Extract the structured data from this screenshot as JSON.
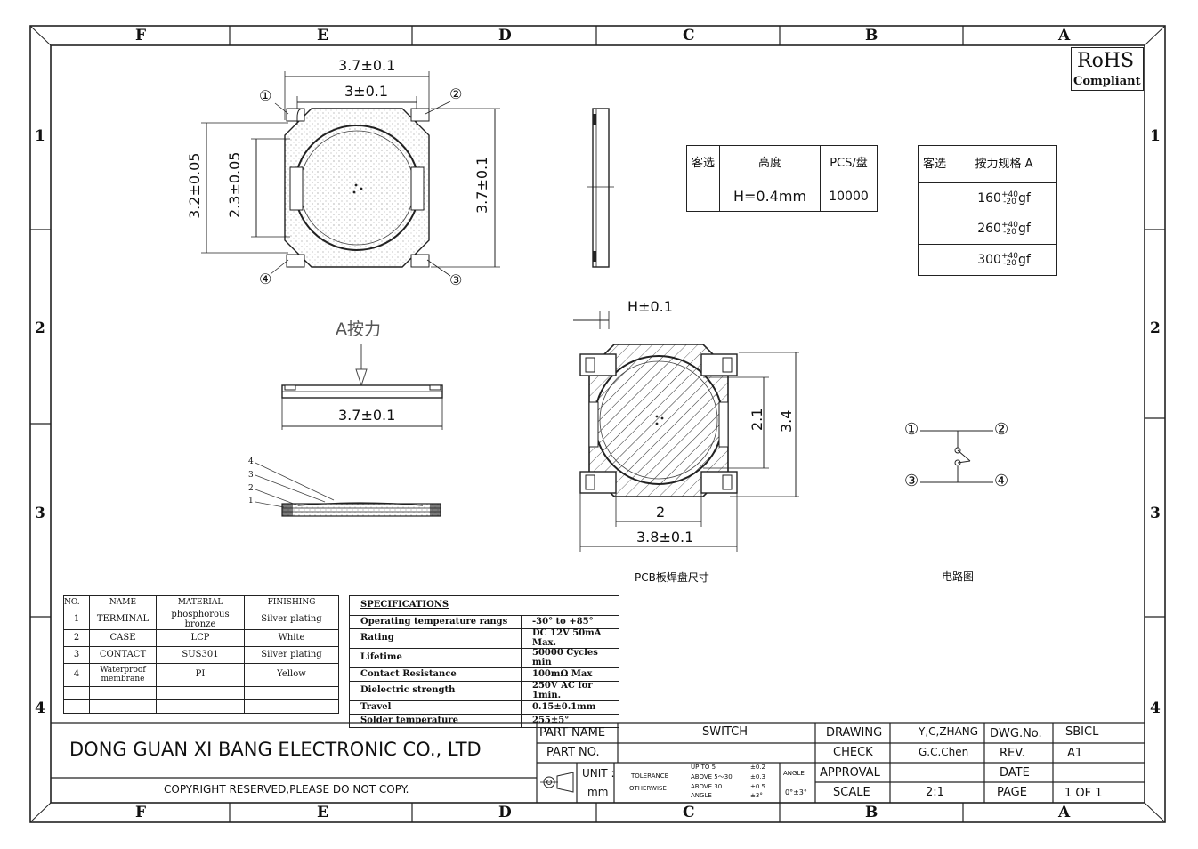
{
  "frame": {
    "top_columns": [
      "F",
      "E",
      "D",
      "C",
      "B",
      "A"
    ],
    "bottom_columns": [
      "F",
      "E",
      "D",
      "C",
      "B",
      "A"
    ],
    "left_rows": [
      "1",
      "2",
      "3",
      "4"
    ],
    "right_rows": [
      "1",
      "2",
      "3",
      "4"
    ]
  },
  "rohs": {
    "line1": "RoHS",
    "line2": "Compliant"
  },
  "top_view": {
    "dim_top_outer": "3.7±0.1",
    "dim_top_inner": "3±0.1",
    "dim_left_outer": "3.2±0.05",
    "dim_left_inner": "2.3±0.05",
    "dim_right": "3.7±0.1",
    "pins": [
      "①",
      "②",
      "③",
      "④"
    ]
  },
  "height_table": {
    "headers": [
      "客选",
      "高度",
      "PCS/盘"
    ],
    "row": [
      "",
      "H=0.4mm",
      "10000"
    ]
  },
  "force_table": {
    "headers": [
      "客选",
      "按力规格 A"
    ],
    "rows": [
      {
        "base": "160",
        "sup": "+40",
        "sub": "-20",
        "unit": "gf"
      },
      {
        "base": "260",
        "sup": "+40",
        "sub": "-20",
        "unit": "gf"
      },
      {
        "base": "300",
        "sup": "+40",
        "sub": "-20",
        "unit": "gf"
      }
    ]
  },
  "side_view": {
    "force_label": "A按力",
    "width_dim": "3.7±0.1"
  },
  "exploded": {
    "labels": [
      "4",
      "3",
      "2",
      "1"
    ]
  },
  "pcb_view": {
    "h_dim": "H±0.1",
    "dim_inner_v": "2.1",
    "dim_outer_v": "3.4",
    "dim_inner_h": "2",
    "dim_outer_h": "3.8±0.1",
    "caption": "PCB板焊盘尺寸"
  },
  "circuit": {
    "pins": [
      "①",
      "②",
      "③",
      "④"
    ],
    "caption": "电路图"
  },
  "bom": {
    "headers": [
      "NO.",
      "NAME",
      "MATERIAL",
      "FINISHING"
    ],
    "rows": [
      [
        "1",
        "TERMINAL",
        "phosphorous bronze",
        "Silver plating"
      ],
      [
        "2",
        "CASE",
        "LCP",
        "White"
      ],
      [
        "3",
        "CONTACT",
        "SUS301",
        "Silver plating"
      ],
      [
        "4",
        "Waterproof membrane",
        "PI",
        "Yellow"
      ]
    ]
  },
  "specs": {
    "title": "SPECIFICATIONS",
    "rows": [
      [
        "Operating temperature rangs",
        "-30° to +85°"
      ],
      [
        "Rating",
        "DC 12V 50mA Max."
      ],
      [
        "Lifetime",
        "50000 Cycles min"
      ],
      [
        "Contact Resistance",
        "100mΩ Max"
      ],
      [
        "Dielectric strength",
        "250V AC for 1min."
      ],
      [
        "Travel",
        "0.15±0.1mm"
      ],
      [
        "Solder temperature",
        "255±5°"
      ]
    ]
  },
  "title_block": {
    "company": "DONG GUAN XI BANG ELECTRONIC CO., LTD",
    "copyright": "COPYRIGHT RESERVED,PLEASE DO NOT COPY.",
    "part_name_label": "PART NAME",
    "part_name": "SWITCH",
    "part_no_label": "PART NO.",
    "unit_label": "UNIT :",
    "unit": "mm",
    "tolerance_label": "TOLERANCE",
    "otherwise_label": "OTHERWISE",
    "tol_rows": [
      [
        "UP TO 5",
        "±0.2"
      ],
      [
        "ABOVE 5～30",
        "±0.3"
      ],
      [
        "ABOVE 30",
        "±0.5"
      ],
      [
        "ANGLE",
        "±3°"
      ]
    ],
    "angle_label": "ANGLE",
    "angle_value": "0°±3°",
    "drawing_label": "DRAWING",
    "drawing_value": "Y,C,ZHANG",
    "check_label": "CHECK",
    "check_value": "G.C.Chen",
    "approval_label": "APPROVAL",
    "scale_label": "SCALE",
    "scale_value": "2:1",
    "dwg_label": "DWG.No.",
    "dwg_value": "SBICL",
    "rev_label": "REV.",
    "rev_value": "A1",
    "date_label": "DATE",
    "page_label": "PAGE",
    "page_value": "1 OF 1"
  }
}
